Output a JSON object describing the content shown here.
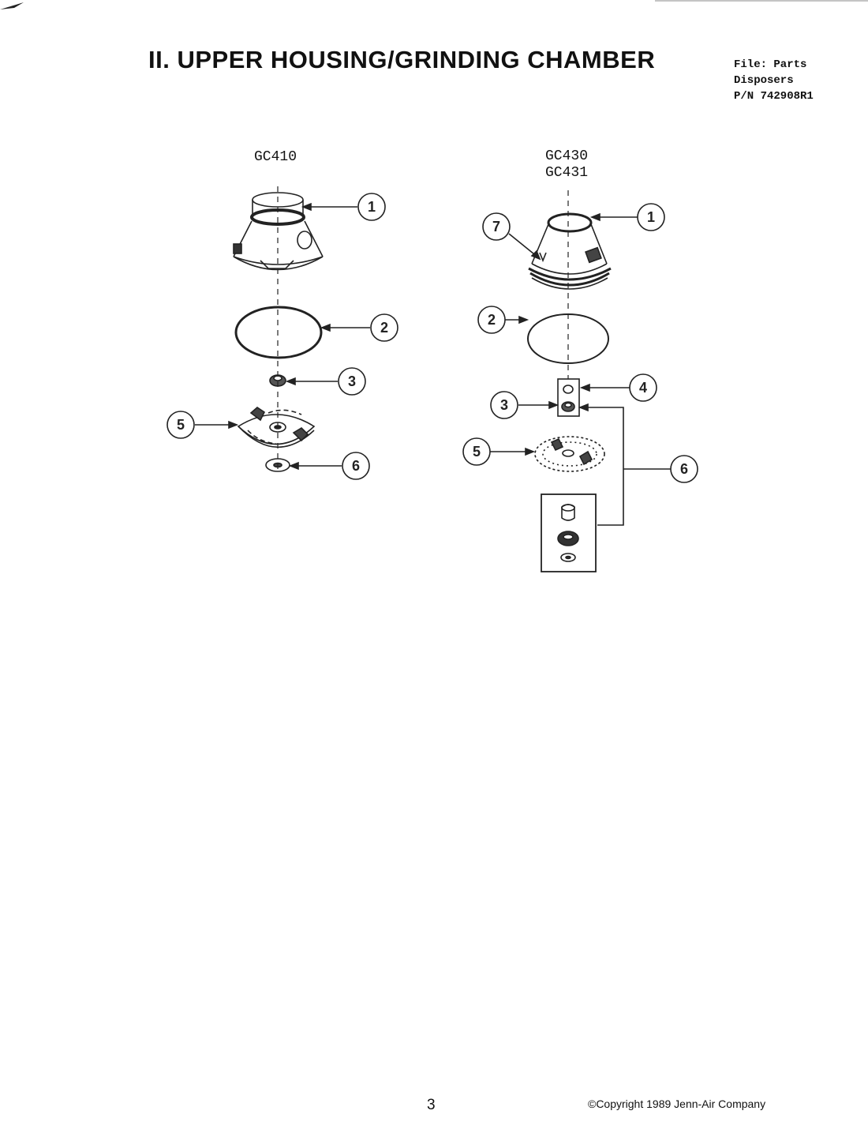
{
  "page": {
    "title": "II. UPPER HOUSING/GRINDING CHAMBER",
    "file_info": [
      "File: Parts",
      "Disposers",
      "P/N 742908R1"
    ],
    "page_number": "3",
    "copyright": "©Copyright 1989 Jenn-Air Company"
  },
  "models": {
    "left": [
      "GC410"
    ],
    "right": [
      "GC430",
      "GC431"
    ]
  },
  "callouts": {
    "left": [
      "1",
      "2",
      "3",
      "5",
      "6"
    ],
    "right": [
      "1",
      "7",
      "2",
      "4",
      "3",
      "5",
      "6"
    ]
  }
}
